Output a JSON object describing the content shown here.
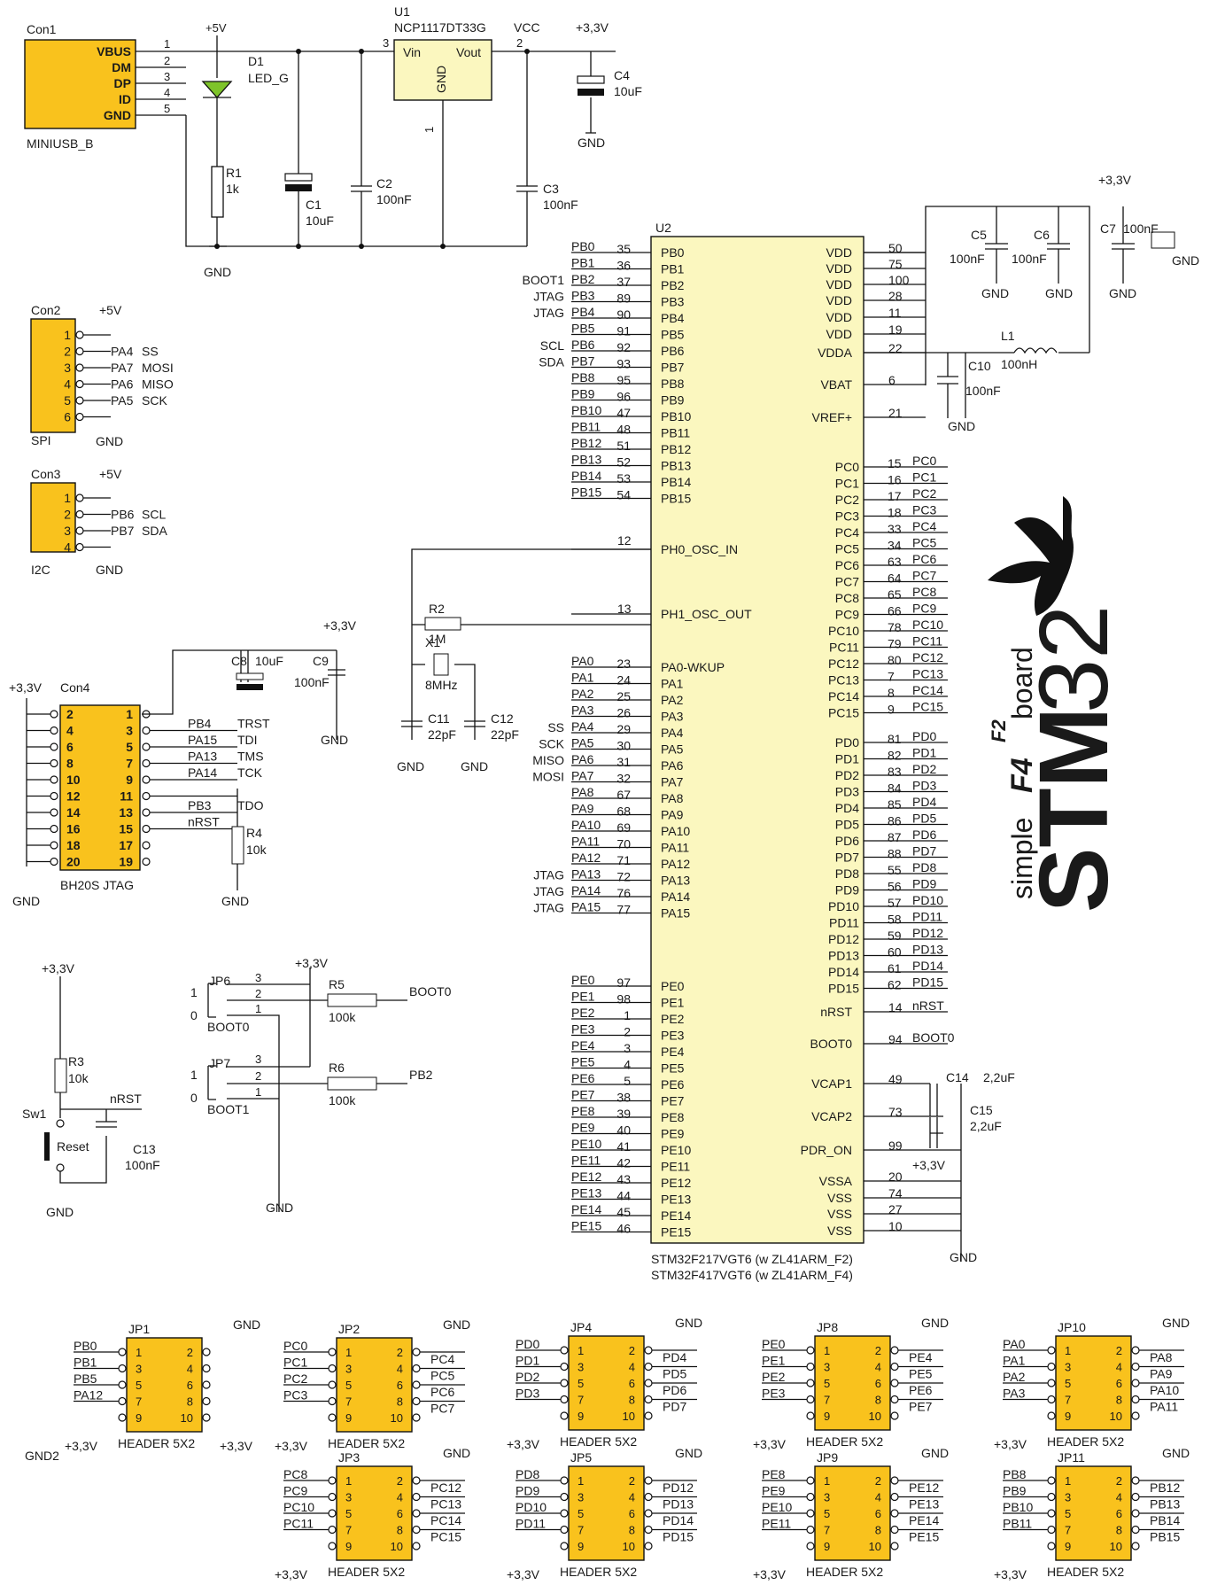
{
  "usb": {
    "ref": "Con1",
    "part": "MINIUSB_B",
    "pins": [
      "VBUS",
      "DM",
      "DP",
      "ID",
      "GND"
    ],
    "nums": [
      "1",
      "2",
      "3",
      "4",
      "5"
    ]
  },
  "power": {
    "plus5": "+5V",
    "vcc": "VCC",
    "plus33": "+3,3V",
    "gnd": "GND"
  },
  "u1": {
    "ref": "U1",
    "part": "NCP1117DT33G",
    "vin": "Vin",
    "vout": "Vout",
    "gnd": "GND",
    "p3": "3",
    "p2": "2",
    "p1": "1"
  },
  "d1": {
    "ref": "D1",
    "val": "LED_G"
  },
  "r1": {
    "ref": "R1",
    "val": "1k"
  },
  "c1": {
    "ref": "C1",
    "val": "10uF"
  },
  "c2": {
    "ref": "C2",
    "val": "100nF"
  },
  "c3": {
    "ref": "C3",
    "val": "100nF"
  },
  "c4": {
    "ref": "C4",
    "val": "10uF"
  },
  "spi": {
    "ref": "Con2",
    "name": "SPI",
    "nums": [
      "1",
      "2",
      "3",
      "4",
      "5",
      "6"
    ],
    "sig": [
      "PA4",
      "PA7",
      "PA6",
      "PA5"
    ],
    "fn": [
      "SS",
      "MOSI",
      "MISO",
      "SCK"
    ]
  },
  "i2c": {
    "ref": "Con3",
    "name": "I2C",
    "nums": [
      "1",
      "2",
      "3",
      "4"
    ],
    "sig": [
      "PB6",
      "PB7"
    ],
    "fn": [
      "SCL",
      "SDA"
    ]
  },
  "jtag": {
    "ref": "Con4",
    "name": "BH20S JTAG",
    "left": [
      "2",
      "4",
      "6",
      "8",
      "10",
      "12",
      "14",
      "16",
      "18",
      "20"
    ],
    "right": [
      "1",
      "3",
      "5",
      "7",
      "9",
      "11",
      "13",
      "15",
      "17",
      "19"
    ],
    "sig": [
      "PB4",
      "PA15",
      "PA13",
      "PA14",
      "",
      "PB3",
      "nRST"
    ],
    "fn": [
      "TRST",
      "TDI",
      "TMS",
      "TCK",
      "",
      "TDO",
      ""
    ]
  },
  "c8": {
    "ref": "C8",
    "val": "10uF"
  },
  "c9": {
    "ref": "C9",
    "val": "100nF"
  },
  "r4": {
    "ref": "R4",
    "val": "10k"
  },
  "osc": {
    "r2": "R2",
    "r2v": "1M",
    "x1": "X1",
    "x1v": "8MHz",
    "c11": "C11",
    "c11v": "22pF",
    "c12": "C12",
    "c12v": "22pF",
    "n12": "12",
    "n13": "13"
  },
  "u2": {
    "ref": "U2",
    "part1": "STM32F217VGT6 (w ZL41ARM_F2)",
    "part2": "STM32F417VGT6 (w ZL41ARM_F4)",
    "pb": {
      "names": [
        "PB0",
        "PB1",
        "PB2",
        "PB3",
        "PB4",
        "PB5",
        "PB6",
        "PB7",
        "PB8",
        "PB9",
        "PB10",
        "PB11",
        "PB12",
        "PB13",
        "PB14",
        "PB15"
      ],
      "nums": [
        "35",
        "36",
        "37",
        "89",
        "90",
        "91",
        "92",
        "93",
        "95",
        "96",
        "47",
        "48",
        "51",
        "52",
        "53",
        "54"
      ],
      "fn": [
        "",
        "",
        "BOOT1",
        "JTAG",
        "JTAG",
        "",
        "SCL",
        "SDA",
        "",
        "",
        "",
        "",
        "",
        "",
        "",
        ""
      ]
    },
    "ph0": "PH0_OSC_IN",
    "ph1": "PH1_OSC_OUT",
    "pa": {
      "names": [
        "PA0-WKUP",
        "PA1",
        "PA2",
        "PA3",
        "PA4",
        "PA5",
        "PA6",
        "PA7",
        "PA8",
        "PA9",
        "PA10",
        "PA11",
        "PA12",
        "PA13",
        "PA14",
        "PA15"
      ],
      "net": [
        "PA0",
        "PA1",
        "PA2",
        "PA3",
        "PA4",
        "PA5",
        "PA6",
        "PA7",
        "PA8",
        "PA9",
        "PA10",
        "PA11",
        "PA12",
        "PA13",
        "PA14",
        "PA15"
      ],
      "nums": [
        "23",
        "24",
        "25",
        "26",
        "29",
        "30",
        "31",
        "32",
        "67",
        "68",
        "69",
        "70",
        "71",
        "72",
        "76",
        "77"
      ],
      "fn": [
        "",
        "",
        "",
        "",
        "SS",
        "SCK",
        "MISO",
        "MOSI",
        "",
        "",
        "",
        "",
        "",
        "JTAG",
        "JTAG",
        "JTAG"
      ]
    },
    "pe": {
      "names": [
        "PE0",
        "PE1",
        "PE2",
        "PE3",
        "PE4",
        "PE5",
        "PE6",
        "PE7",
        "PE8",
        "PE9",
        "PE10",
        "PE11",
        "PE12",
        "PE13",
        "PE14",
        "PE15"
      ],
      "nums": [
        "97",
        "98",
        "1",
        "2",
        "3",
        "4",
        "5",
        "38",
        "39",
        "40",
        "41",
        "42",
        "43",
        "44",
        "45",
        "46"
      ]
    },
    "vdd": {
      "names": [
        "VDD",
        "VDD",
        "VDD",
        "VDD",
        "VDD",
        "VDD",
        "VDDA",
        "VBAT",
        "VREF+"
      ],
      "nums": [
        "50",
        "75",
        "100",
        "28",
        "11",
        "19",
        "22",
        "6",
        "21"
      ]
    },
    "pc": {
      "names": [
        "PC0",
        "PC1",
        "PC2",
        "PC3",
        "PC4",
        "PC5",
        "PC6",
        "PC7",
        "PC8",
        "PC9",
        "PC10",
        "PC11",
        "PC12",
        "PC13",
        "PC14",
        "PC15"
      ],
      "nums": [
        "15",
        "16",
        "17",
        "18",
        "33",
        "34",
        "63",
        "64",
        "65",
        "66",
        "78",
        "79",
        "80",
        "7",
        "8",
        "9"
      ]
    },
    "pd": {
      "names": [
        "PD0",
        "PD1",
        "PD2",
        "PD3",
        "PD4",
        "PD5",
        "PD6",
        "PD7",
        "PD8",
        "PD9",
        "PD10",
        "PD11",
        "PD12",
        "PD13",
        "PD14",
        "PD15"
      ],
      "nums": [
        "81",
        "82",
        "83",
        "84",
        "85",
        "86",
        "87",
        "88",
        "55",
        "56",
        "57",
        "58",
        "59",
        "60",
        "61",
        "62"
      ]
    },
    "misc": {
      "names": [
        "nRST",
        "BOOT0",
        "VCAP1",
        "VCAP2",
        "PDR_ON",
        "VSSA",
        "VSS",
        "VSS",
        "VSS"
      ],
      "nums": [
        "14",
        "94",
        "49",
        "73",
        "99",
        "20",
        "74",
        "27",
        "10"
      ],
      "net": [
        "nRST",
        "BOOT0"
      ]
    }
  },
  "c5": {
    "ref": "C5",
    "val": "100nF"
  },
  "c6": {
    "ref": "C6",
    "val": "100nF"
  },
  "c7": {
    "ref": "C7",
    "val": "100nF"
  },
  "l1": {
    "ref": "L1",
    "val": "100nH"
  },
  "c10": {
    "ref": "C10",
    "val": "100nF"
  },
  "c14": {
    "ref": "C14",
    "val": "2,2uF"
  },
  "c15": {
    "ref": "C15",
    "val": "2,2uF"
  },
  "logo": {
    "simple": "simple",
    "f4": "F4",
    "f2": "F2",
    "board": "board",
    "stm": "STM",
    "n32": "32"
  },
  "reset": {
    "r3": "R3",
    "r3v": "10k",
    "sw": "Sw1",
    "swname": "Reset",
    "c13": "C13",
    "c13v": "100nF",
    "net": "nRST"
  },
  "boot": {
    "jp6": "JP6",
    "jp7": "JP7",
    "b0": "BOOT0",
    "b1": "BOOT1",
    "r5": "R5",
    "r6": "R6",
    "rv": "100k",
    "net0": "BOOT0",
    "net1": "PB2",
    "one": "1",
    "zero": "0",
    "n1": "1",
    "n2": "2",
    "n3": "3"
  },
  "headers": {
    "part": "HEADER 5X2",
    "gnd2": "GND2",
    "list": [
      {
        "ref": "JP1",
        "l": [
          "PB0",
          "PB1",
          "PB5",
          "PA12"
        ],
        "r": []
      },
      {
        "ref": "JP2",
        "l": [
          "PC0",
          "PC1",
          "PC2",
          "PC3"
        ],
        "r": [
          "PC4",
          "PC5",
          "PC6",
          "PC7"
        ]
      },
      {
        "ref": "JP3",
        "l": [
          "PC8",
          "PC9",
          "PC10",
          "PC11"
        ],
        "r": [
          "PC12",
          "PC13",
          "PC14",
          "PC15"
        ]
      },
      {
        "ref": "JP4",
        "l": [
          "PD0",
          "PD1",
          "PD2",
          "PD3"
        ],
        "r": [
          "PD4",
          "PD5",
          "PD6",
          "PD7"
        ]
      },
      {
        "ref": "JP5",
        "l": [
          "PD8",
          "PD9",
          "PD10",
          "PD11"
        ],
        "r": [
          "PD12",
          "PD13",
          "PD14",
          "PD15"
        ]
      },
      {
        "ref": "JP8",
        "l": [
          "PE0",
          "PE1",
          "PE2",
          "PE3"
        ],
        "r": [
          "PE4",
          "PE5",
          "PE6",
          "PE7"
        ]
      },
      {
        "ref": "JP9",
        "l": [
          "PE8",
          "PE9",
          "PE10",
          "PE11"
        ],
        "r": [
          "PE12",
          "PE13",
          "PE14",
          "PE15"
        ]
      },
      {
        "ref": "JP10",
        "l": [
          "PA0",
          "PA1",
          "PA2",
          "PA3"
        ],
        "r": [
          "PA8",
          "PA9",
          "PA10",
          "PA11"
        ]
      },
      {
        "ref": "JP11",
        "l": [
          "PB8",
          "PB9",
          "PB10",
          "PB11"
        ],
        "r": [
          "PB12",
          "PB13",
          "PB14",
          "PB15"
        ]
      }
    ]
  }
}
